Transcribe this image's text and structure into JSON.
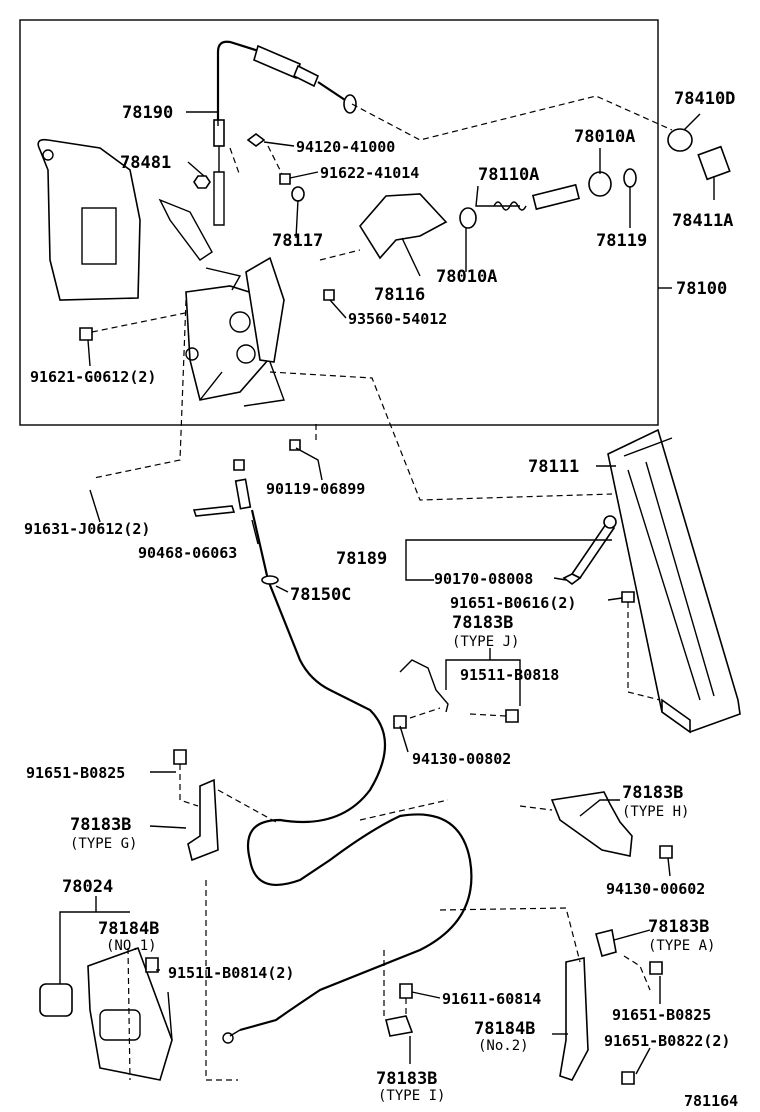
{
  "labels": {
    "p78190": "78190",
    "p78481": "78481",
    "p94120": "94120-41000",
    "p91622": "91622-41014",
    "p78117": "78117",
    "p78110A": "78110A",
    "p78010A_top": "78010A",
    "p78010A_mid": "78010A",
    "p78410D": "78410D",
    "p78411A": "78411A",
    "p78119": "78119",
    "p78116": "78116",
    "p78100": "78100",
    "p93560": "93560-54012",
    "p91621": "91621-G0612(2)",
    "p90119": "90119-06899",
    "p78111": "78111",
    "p91631": "91631-J0612(2)",
    "p90468": "90468-06063",
    "p78189": "78189",
    "p90170": "90170-08008",
    "p78150C": "78150C",
    "p91651_b0616": "91651-B0616(2)",
    "p78183B_j": "78183B",
    "type_j": "(TYPE J)",
    "p91511_b0818": "91511-B0818",
    "p94130_802": "94130-00802",
    "p91651_b0825_left": "91651-B0825",
    "p78183B_h": "78183B",
    "type_h": "(TYPE H)",
    "p78183B_g": "78183B",
    "type_g": "(TYPE G)",
    "p94130_602": "94130-00602",
    "p78024": "78024",
    "p78184B_1": "78184B",
    "no1": "(NO.1)",
    "p91511_b0814": "91511-B0814(2)",
    "p78183B_a": "78183B",
    "type_a": "(TYPE A)",
    "p91611": "91611-60814",
    "p91651_b0825_right": "91651-B0825",
    "p78184B_2": "78184B",
    "no2": "(No.2)",
    "p91651_b0822": "91651-B0822(2)",
    "p78183B_i": "78183B",
    "type_i": "(TYPE I)",
    "figure_id": "781164"
  }
}
